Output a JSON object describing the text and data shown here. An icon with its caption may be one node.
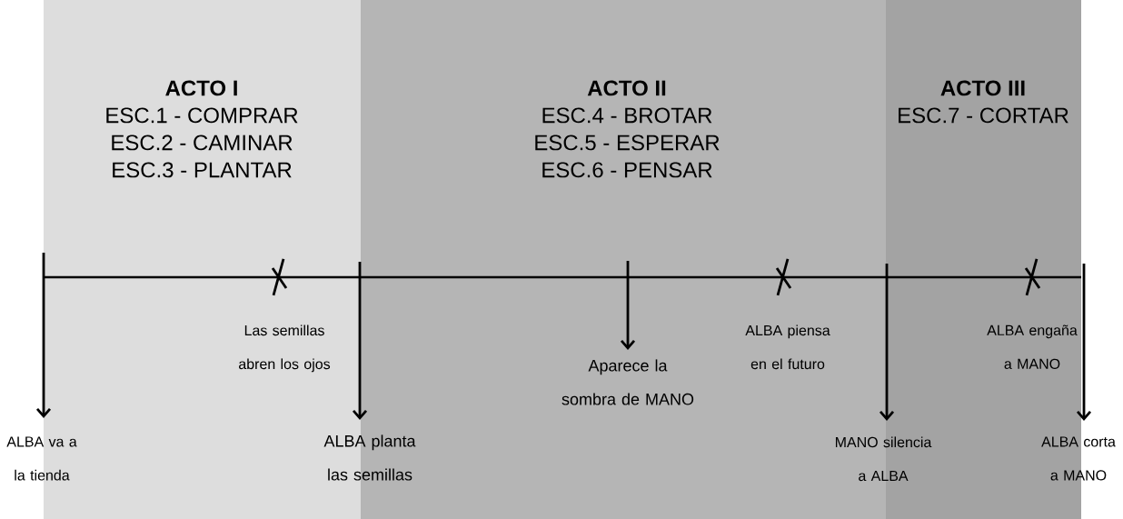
{
  "diagram": {
    "nodes": [
      {
        "text": [
          "ACTO I",
          "ESC.1 - COMPRAR",
          "ESC.2 - CAMINAR",
          "ESC.3 - PLANTAR"
        ]
      },
      {
        "text": [
          "ACTO II",
          "ESC.4 - BROTAR",
          "ESC.5 - ESPERAR",
          "ESC.6 - PENSAR"
        ]
      },
      {
        "text": [
          "ACTO III",
          "ESC.7 - CORTAR"
        ]
      },
      {
        "text": [
          "ALBA va a la tienda"
        ]
      },
      {
        "text": [
          "Las semillas abren los ojos"
        ],
        "in": 0
      },
      {
        "text": [
          "ALBA planta las semillas"
        ]
      },
      {
        "text": [
          "Aparece la sombra de MANO"
        ],
        "in": 1
      },
      {
        "text": [
          "ALBA piensa en el futuro"
        ],
        "in": 1
      },
      {
        "text": [
          "MANO silencia a ALBA"
        ]
      },
      {
        "text": [
          "ALBA engaña a MANO"
        ],
        "in": 2
      },
      {
        "text": [
          "ALBA corta a MANO"
        ]
      },
      {
        "text": [],
        "shape": "bar"
      }
    ],
    "edges": [
      {
        "from": 11,
        "to": 3,
        "arrow": "to"
      },
      {
        "from": 11,
        "to": 5,
        "arrow": "to"
      },
      {
        "from": 11,
        "to": 6,
        "arrow": "to"
      },
      {
        "from": 11,
        "to": 8,
        "arrow": "to"
      },
      {
        "from": 11,
        "to": 10,
        "arrow": "to"
      }
    ]
  }
}
